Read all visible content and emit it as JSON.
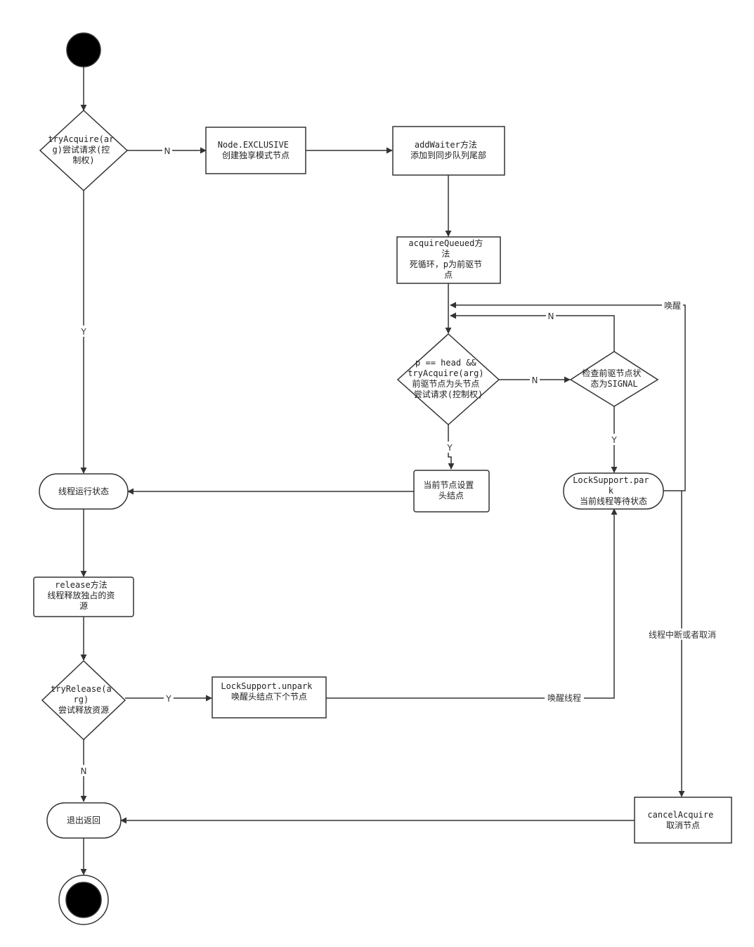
{
  "nodes": {
    "tryacquire": [
      "tryAcquire(ar",
      "g)尝试请求(控",
      "制权)"
    ],
    "node_exclusive": [
      "Node.EXCLUSIVE",
      "创建独享模式节点"
    ],
    "addwaiter": [
      "addWaiter方法",
      "添加到同步队列尾部"
    ],
    "acquirequeued": [
      "acquireQueued方",
      "法",
      "死循环，p为前驱节",
      "点"
    ],
    "p_head": [
      "p == head &&",
      "tryAcquire(arg)",
      "前驱节点为头节点",
      "尝试请求(控制权)"
    ],
    "check_signal": [
      "检查前驱节点状",
      "态为SIGNAL"
    ],
    "set_head": [
      "当前节点设置",
      "头结点"
    ],
    "park": [
      "LockSupport.par",
      "k",
      "当前线程等待状态"
    ],
    "running": [
      "线程运行状态"
    ],
    "release": [
      "release方法",
      "线程释放独占的资",
      "源"
    ],
    "tryrelease": [
      "tryRelease(a",
      "rg)",
      "尝试释放资源"
    ],
    "unpark": [
      "LockSupport.unpark",
      "唤醒头结点下个节点"
    ],
    "exit": [
      "退出返回"
    ],
    "cancel": [
      "cancelAcquire",
      "取消节点"
    ]
  },
  "edges": {
    "n1": "N",
    "y1": "Y",
    "n2": "N",
    "y2": "Y",
    "n_loop": "N",
    "wake_loop": "唤醒",
    "y3": "Y",
    "y_release": "Y",
    "wake_thread": "唤醒线程",
    "n_release": "N",
    "interrupt": "线程中断或者取消"
  }
}
